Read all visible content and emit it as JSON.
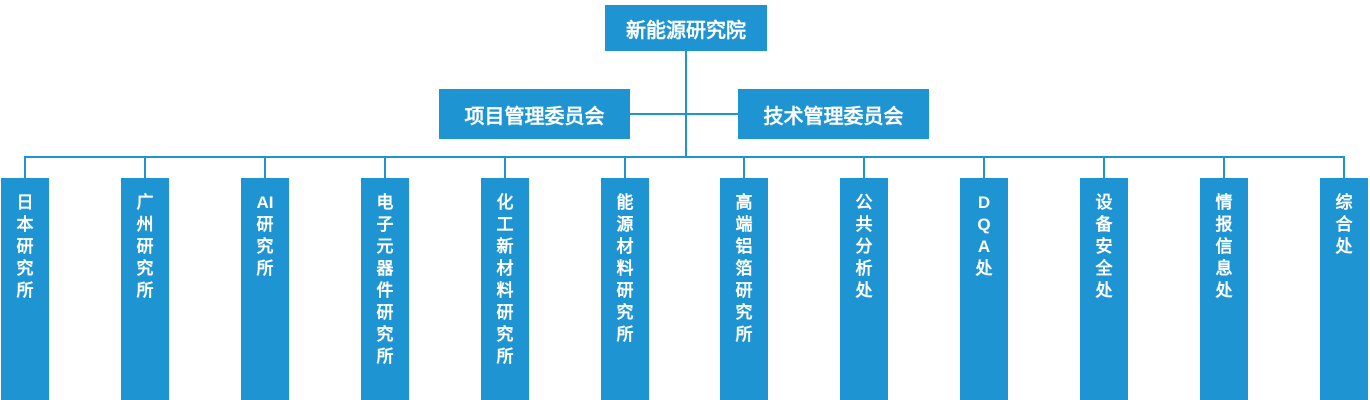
{
  "org_chart": {
    "root_label": "新能源研究院",
    "committees": [
      {
        "label": "项目管理委员会"
      },
      {
        "label": "技术管理委员会"
      }
    ],
    "departments": [
      {
        "label": "日本研究所",
        "lines": [
          "日",
          "本",
          "研",
          "究",
          "所"
        ]
      },
      {
        "label": "广州研究所",
        "lines": [
          "广",
          "州",
          "研",
          "究",
          "所"
        ]
      },
      {
        "label": "AI研究所",
        "lines": [
          "AI",
          "研",
          "究",
          "所"
        ]
      },
      {
        "label": "电子元器件研究所",
        "lines": [
          "电",
          "子",
          "元",
          "器",
          "件",
          "研",
          "究",
          "所"
        ]
      },
      {
        "label": "化工新材料研究所",
        "lines": [
          "化",
          "工",
          "新",
          "材",
          "料",
          "研",
          "究",
          "所"
        ]
      },
      {
        "label": "能源材料研究所",
        "lines": [
          "能",
          "源",
          "材",
          "料",
          "研",
          "究",
          "所"
        ]
      },
      {
        "label": "高端铝箔研究所",
        "lines": [
          "高",
          "端",
          "铝",
          "箔",
          "研",
          "究",
          "所"
        ]
      },
      {
        "label": "公共分析处",
        "lines": [
          "公",
          "共",
          "分",
          "析",
          "处"
        ]
      },
      {
        "label": "DQA处",
        "lines": [
          "D",
          "Q",
          "A",
          "处"
        ]
      },
      {
        "label": "设备安全处",
        "lines": [
          "设",
          "备",
          "安",
          "全",
          "处"
        ]
      },
      {
        "label": "情报信息处",
        "lines": [
          "情",
          "报",
          "信",
          "息",
          "处"
        ]
      },
      {
        "label": "综合处",
        "lines": [
          "综",
          "合",
          "处"
        ]
      }
    ],
    "colors": {
      "node_blue": "#1E94D2",
      "node_text": "#FFFFFF",
      "connector": "#1E94D2"
    }
  }
}
